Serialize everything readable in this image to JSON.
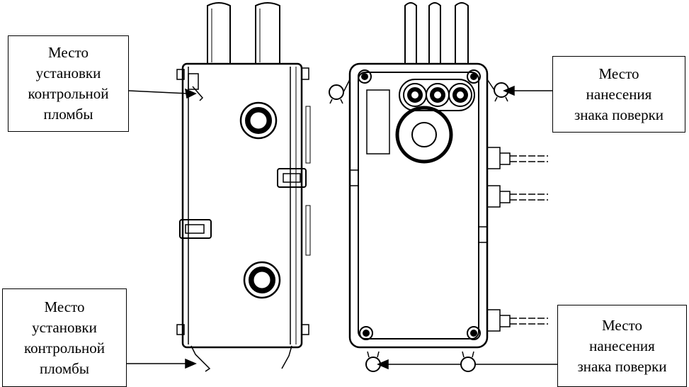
{
  "labels": {
    "seal_top": [
      "Место",
      "установки",
      "контрольной",
      "пломбы"
    ],
    "seal_bottom": [
      "Место",
      "установки",
      "контрольной",
      "пломбы"
    ],
    "verification_top": [
      "Место",
      "нанесения",
      "знака поверки"
    ],
    "verification_bottom": [
      "Место",
      "нанесения",
      "знака поверки"
    ]
  },
  "colors": {
    "ink": "#000000",
    "paper": "#ffffff"
  }
}
